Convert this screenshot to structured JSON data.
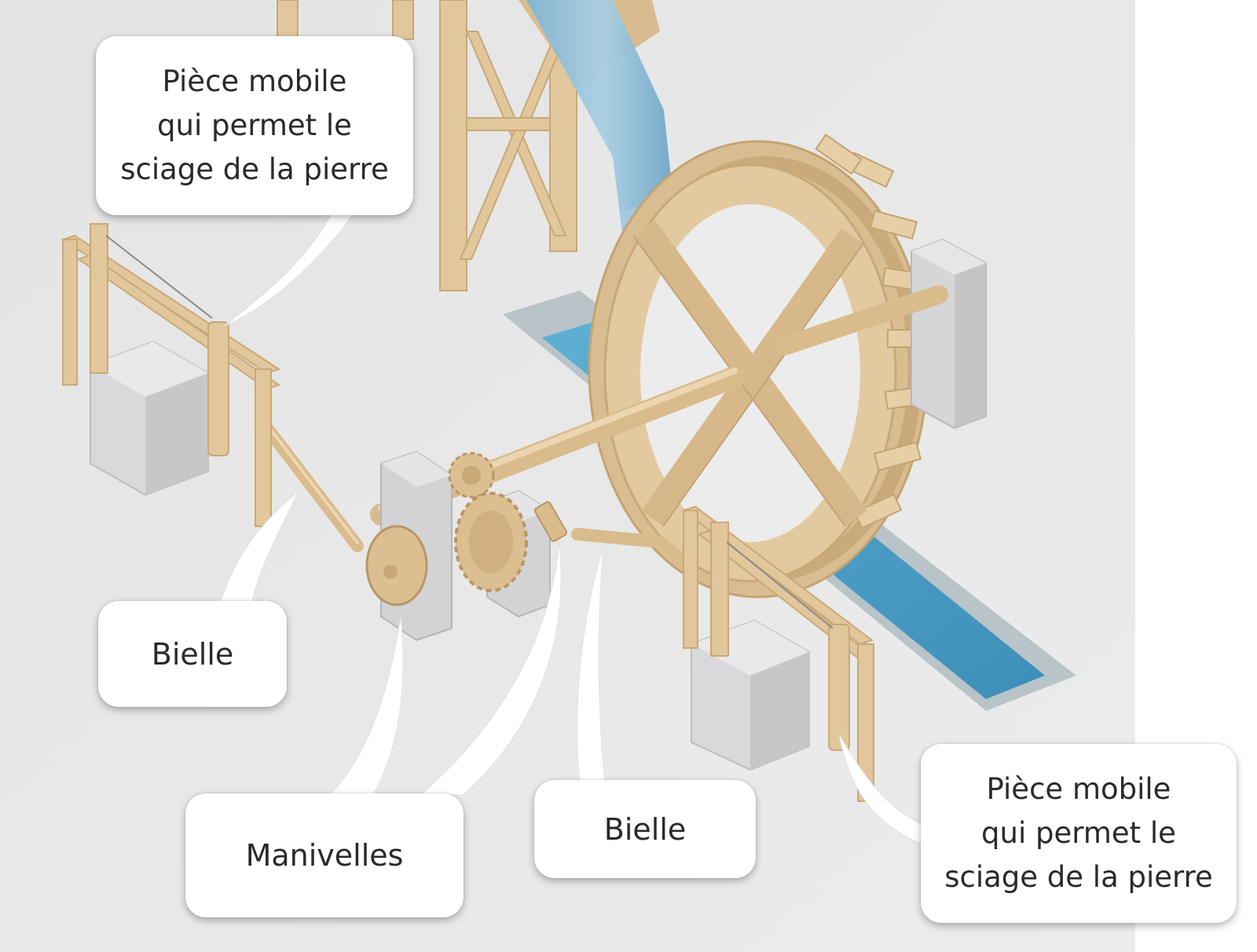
{
  "callouts": {
    "top_left": {
      "line1": "Pièce mobile",
      "line2": "qui permet le",
      "line3": "sciage de la pierre"
    },
    "bielle_left": {
      "label": "Bielle"
    },
    "manivelles": {
      "label": "Manivelles"
    },
    "bielle_right": {
      "label": "Bielle"
    },
    "bottom_right": {
      "line1": "Pièce mobile",
      "line2": "qui permet le",
      "line3": "sciage de la pierre"
    }
  },
  "colors": {
    "floor": "#e8e8e8",
    "wood": "#e2c79c",
    "wood_dark": "#c9a877",
    "stone": "#d2d2d4",
    "water": "#4a9ec4",
    "callout_bg": "#ffffff"
  }
}
